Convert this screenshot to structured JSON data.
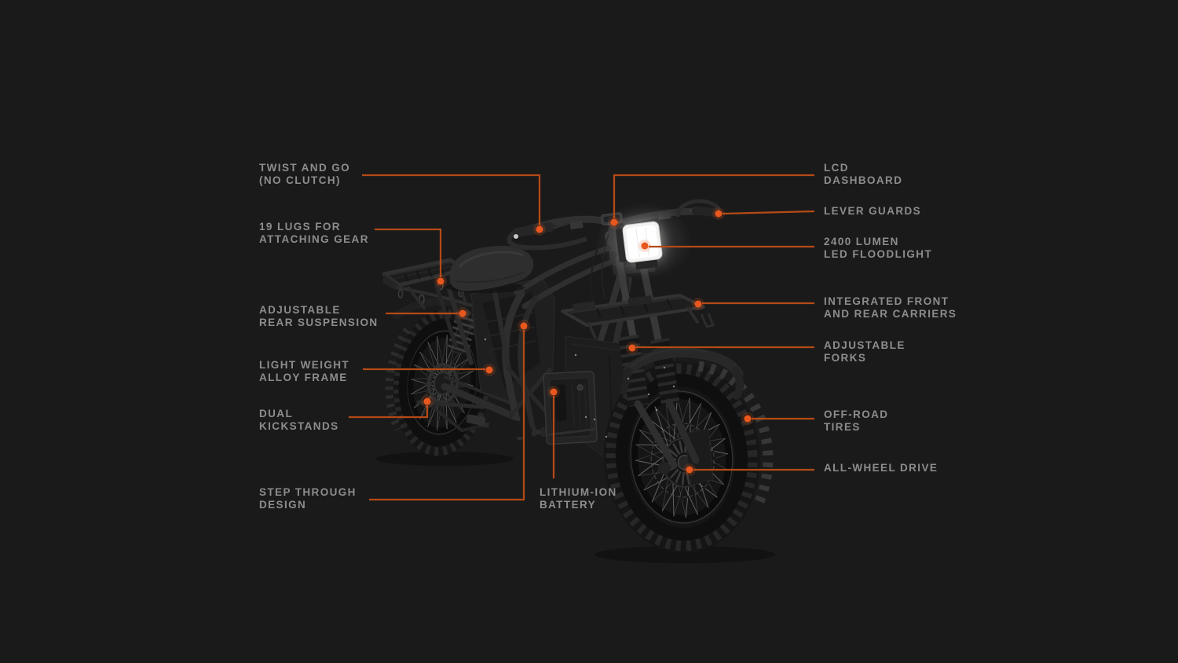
{
  "colors": {
    "background": "#1a1a1a",
    "label_text": "#8d8d8f",
    "callout_line": "#b54a16",
    "callout_dot": "#e8571e",
    "floodlight": "#ffffff"
  },
  "illustration": "electric-utility-bike-three-quarter-view",
  "callouts": [
    {
      "id": "twist-and-go",
      "label": "TWIST AND GO\n(NO CLUTCH)"
    },
    {
      "id": "lugs",
      "label": "19 LUGS FOR\nATTACHING GEAR"
    },
    {
      "id": "rear-suspension",
      "label": "ADJUSTABLE\nREAR SUSPENSION"
    },
    {
      "id": "alloy-frame",
      "label": "LIGHT WEIGHT\nALLOY FRAME"
    },
    {
      "id": "kickstands",
      "label": "DUAL\nKICKSTANDS"
    },
    {
      "id": "step-through",
      "label": "STEP THROUGH\nDESIGN"
    },
    {
      "id": "battery",
      "label": "LITHIUM-ION\nBATTERY"
    },
    {
      "id": "lcd",
      "label": "LCD\nDASHBOARD"
    },
    {
      "id": "lever-guards",
      "label": "LEVER GUARDS"
    },
    {
      "id": "floodlight",
      "label": "2400 LUMEN\nLED FLOODLIGHT"
    },
    {
      "id": "carriers",
      "label": "INTEGRATED FRONT\nAND REAR CARRIERS"
    },
    {
      "id": "forks",
      "label": "ADJUSTABLE\nFORKS"
    },
    {
      "id": "tires",
      "label": "OFF-ROAD\nTIRES"
    },
    {
      "id": "awd",
      "label": "ALL-WHEEL DRIVE"
    }
  ]
}
